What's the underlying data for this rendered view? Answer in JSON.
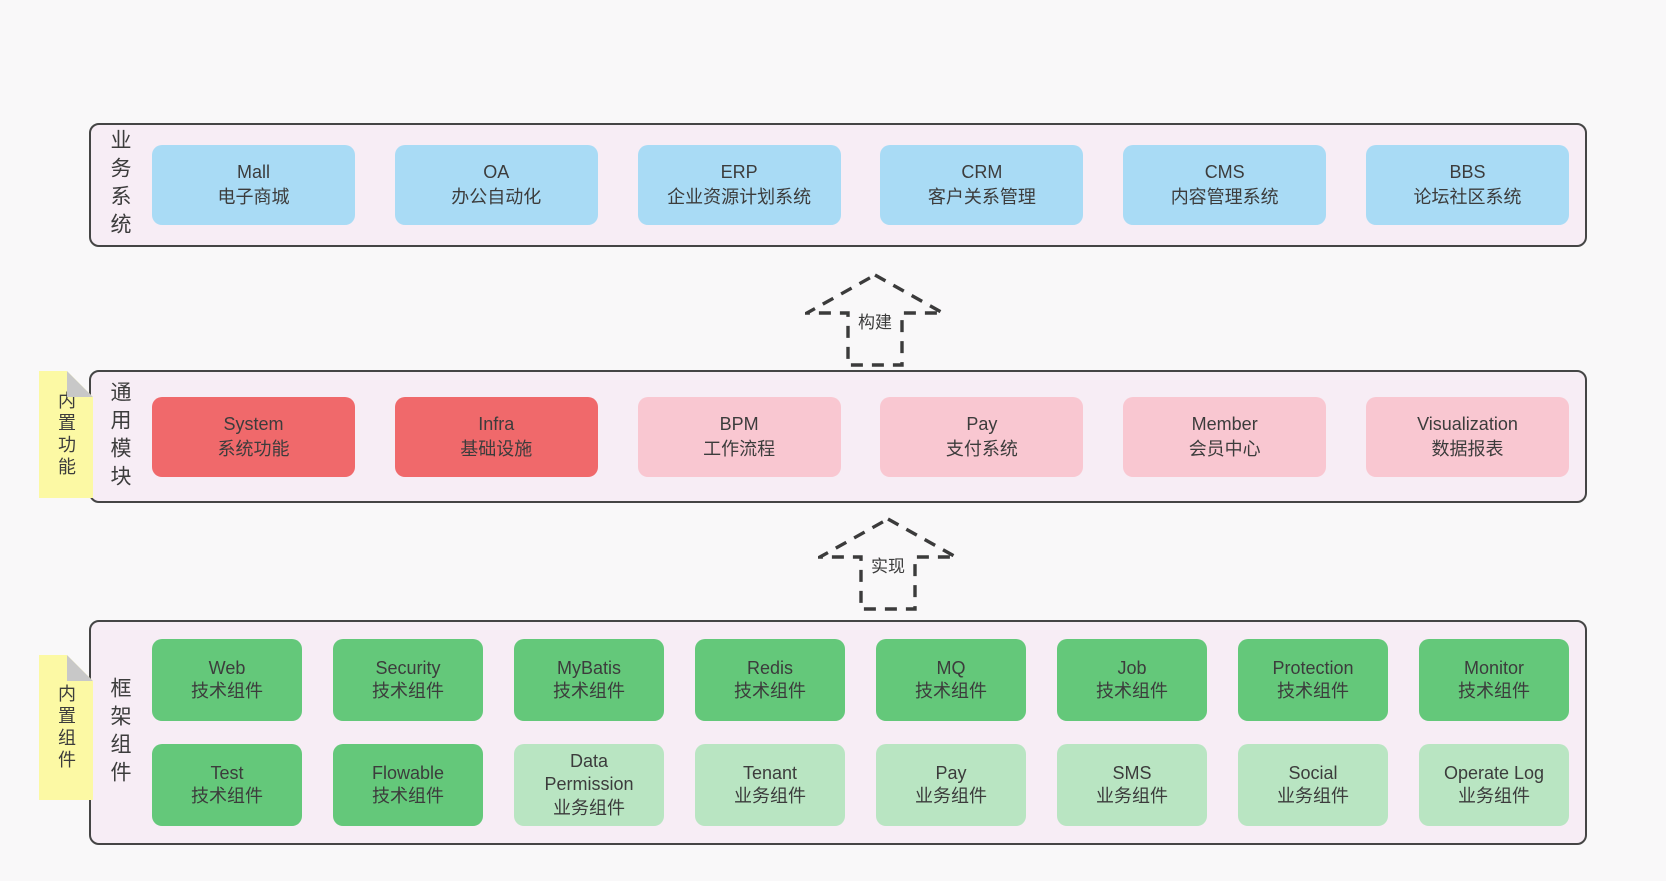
{
  "colors": {
    "page-bg": "#f9f8f9",
    "panel-bg": "#f7edf5",
    "panel-border": "#454545",
    "box-blue": "#a9dbf5",
    "box-red": "#f0696b",
    "box-pink": "#f9c7d1",
    "box-green": "#64c87a",
    "box-green-light": "#b9e5c2",
    "tag-bg": "#fcf9a4",
    "tag-fold": "#c8c8c8",
    "text": "#3c3c3c",
    "arrow": "#3b3b3b"
  },
  "business_panel": {
    "label": "业务系统",
    "items": [
      {
        "name": "Mall",
        "desc": "电子商城",
        "variant": "blue"
      },
      {
        "name": "OA",
        "desc": "办公自动化",
        "variant": "blue"
      },
      {
        "name": "ERP",
        "desc": "企业资源计划系统",
        "variant": "blue"
      },
      {
        "name": "CRM",
        "desc": "客户关系管理",
        "variant": "blue"
      },
      {
        "name": "CMS",
        "desc": "内容管理系统",
        "variant": "blue"
      },
      {
        "name": "BBS",
        "desc": "论坛社区系统",
        "variant": "blue"
      }
    ]
  },
  "build_arrow": {
    "label": "构建"
  },
  "modules_panel": {
    "label": "通用模块",
    "tag": "内置功能",
    "items": [
      {
        "name": "System",
        "desc": "系统功能",
        "variant": "red"
      },
      {
        "name": "Infra",
        "desc": "基础设施",
        "variant": "red"
      },
      {
        "name": "BPM",
        "desc": "工作流程",
        "variant": "pink"
      },
      {
        "name": "Pay",
        "desc": "支付系统",
        "variant": "pink"
      },
      {
        "name": "Member",
        "desc": "会员中心",
        "variant": "pink"
      },
      {
        "name": "Visualization",
        "desc": "数据报表",
        "variant": "pink"
      }
    ]
  },
  "implement_arrow": {
    "label": "实现"
  },
  "components_panel": {
    "label": "框架组件",
    "tag": "内置组件",
    "row1": [
      {
        "name": "Web",
        "desc": "技术组件",
        "variant": "green"
      },
      {
        "name": "Security",
        "desc": "技术组件",
        "variant": "green"
      },
      {
        "name": "MyBatis",
        "desc": "技术组件",
        "variant": "green"
      },
      {
        "name": "Redis",
        "desc": "技术组件",
        "variant": "green"
      },
      {
        "name": "MQ",
        "desc": "技术组件",
        "variant": "green"
      },
      {
        "name": "Job",
        "desc": "技术组件",
        "variant": "green"
      },
      {
        "name": "Protection",
        "desc": "技术组件",
        "variant": "green"
      },
      {
        "name": "Monitor",
        "desc": "技术组件",
        "variant": "green"
      }
    ],
    "row2": [
      {
        "name": "Test",
        "desc": "技术组件",
        "variant": "green"
      },
      {
        "name": "Flowable",
        "desc": "技术组件",
        "variant": "green"
      },
      {
        "name": "Data Permission",
        "desc": "业务组件",
        "variant": "green-light"
      },
      {
        "name": "Tenant",
        "desc": "业务组件",
        "variant": "green-light"
      },
      {
        "name": "Pay",
        "desc": "业务组件",
        "variant": "green-light"
      },
      {
        "name": "SMS",
        "desc": "业务组件",
        "variant": "green-light"
      },
      {
        "name": "Social",
        "desc": "业务组件",
        "variant": "green-light"
      },
      {
        "name": "Operate Log",
        "desc": "业务组件",
        "variant": "green-light"
      }
    ]
  }
}
